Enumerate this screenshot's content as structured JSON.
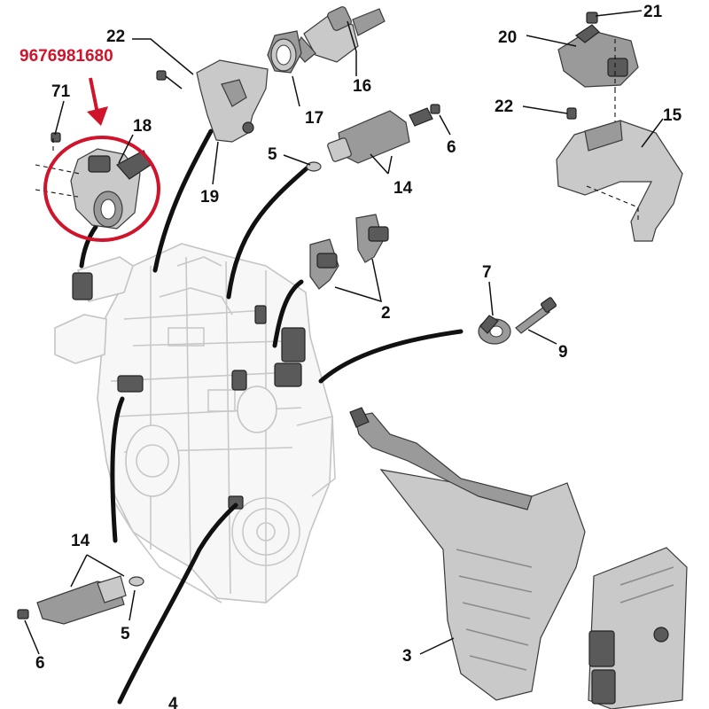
{
  "highlight": {
    "part_number": "9676981680",
    "color": "#d0142b"
  },
  "callouts": {
    "c71": "71",
    "c18": "18",
    "c22_top": "22",
    "c16": "16",
    "c17": "17",
    "c19": "19",
    "c5_top": "5",
    "c14_top": "14",
    "c6_top": "6",
    "c20": "20",
    "c21": "21",
    "c22_right": "22",
    "c15": "15",
    "c2": "2",
    "c7": "7",
    "c9": "9",
    "c14_bottom": "14",
    "c5_bottom": "5",
    "c6_bottom": "6",
    "c3": "3",
    "c4": "4"
  }
}
